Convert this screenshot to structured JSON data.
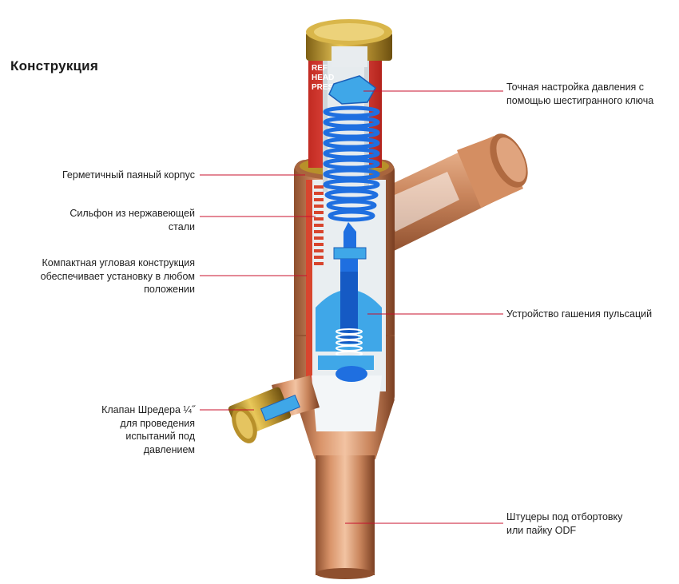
{
  "title": "Конструкция",
  "labels": {
    "hex_adjust": "Точная настройка давления с\nпомощью шестигранного ключа",
    "sealed_body": "Герметичный паяный корпус",
    "bellows": "Сильфон из нержавеющей\nстали",
    "angle_design": "Компактная угловая конструкция\nобеспечивает установку в любом\nположении",
    "pulsation_damper": "Устройство гашения пульсаций",
    "schrader_valve": "Клапан Шредера ¼˝\nдля проведения\nиспытаний под\nдавлением",
    "odf_fittings": "Штуцеры под отбортовку\nили пайку ODF"
  },
  "colors": {
    "leader_line": "#c8102e",
    "copper": "#c9855c",
    "copper_dark": "#8e4f2e",
    "brass": "#b8902a",
    "spring_blue": "#1f6fe0",
    "inner_blue": "#3fa7e8",
    "red_label": "#e8423a"
  }
}
